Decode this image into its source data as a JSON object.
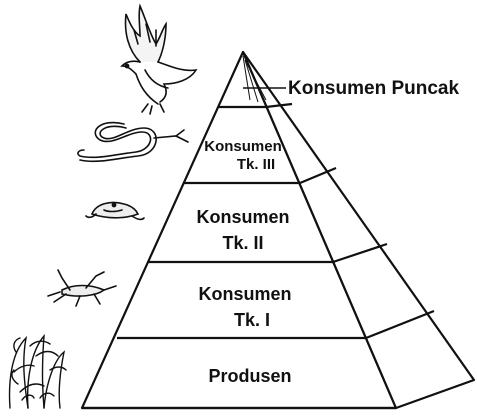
{
  "diagram": {
    "levels": [
      {
        "id": "produsen",
        "line1": "Produsen",
        "line2": ""
      },
      {
        "id": "konsumen-1",
        "line1": "Konsumen",
        "line2": "Tk. I"
      },
      {
        "id": "konsumen-2",
        "line1": "Konsumen",
        "line2": "Tk. II"
      },
      {
        "id": "konsumen-3",
        "line1": "Konsumen",
        "line2": "Tk. III"
      },
      {
        "id": "puncak",
        "line1": "Konsumen Puncak",
        "line2": ""
      }
    ],
    "organisms": [
      {
        "level": "puncak",
        "icon": "eagle-icon"
      },
      {
        "level": "konsumen-3",
        "icon": "snake-icon"
      },
      {
        "level": "konsumen-2",
        "icon": "frog-icon"
      },
      {
        "level": "konsumen-1",
        "icon": "grasshopper-icon"
      },
      {
        "level": "produsen",
        "icon": "plant-icon"
      }
    ],
    "colors": {
      "ink": "#111111",
      "background": "#ffffff"
    }
  }
}
